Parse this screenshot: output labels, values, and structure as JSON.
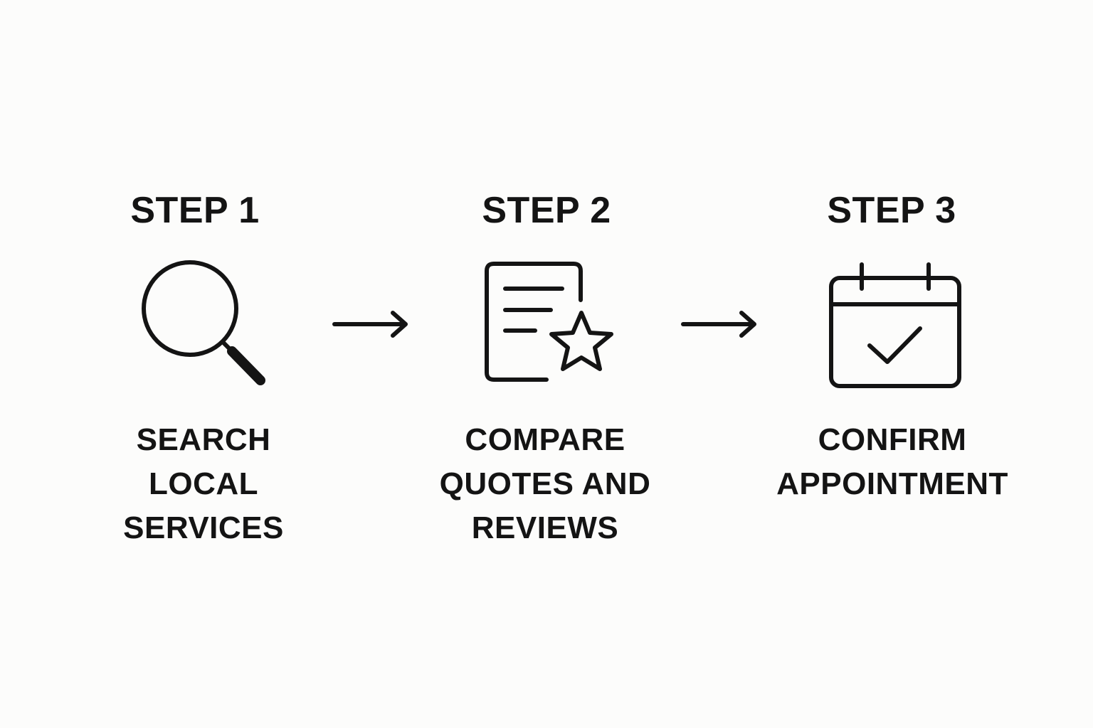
{
  "steps": [
    {
      "title": "STEP 1",
      "description": "SEARCH\nLOCAL\nSERVICES",
      "icon": "magnifying-glass-icon"
    },
    {
      "title": "STEP 2",
      "description": "COMPARE\nQUOTES AND\nREVIEWS",
      "icon": "document-star-icon"
    },
    {
      "title": "STEP 3",
      "description": "CONFIRM\nAPPOINTMENT",
      "icon": "calendar-check-icon"
    }
  ],
  "connectors": [
    "arrow-right-icon",
    "arrow-right-icon"
  ],
  "colors": {
    "background": "#fcfcfb",
    "ink": "#141414"
  }
}
